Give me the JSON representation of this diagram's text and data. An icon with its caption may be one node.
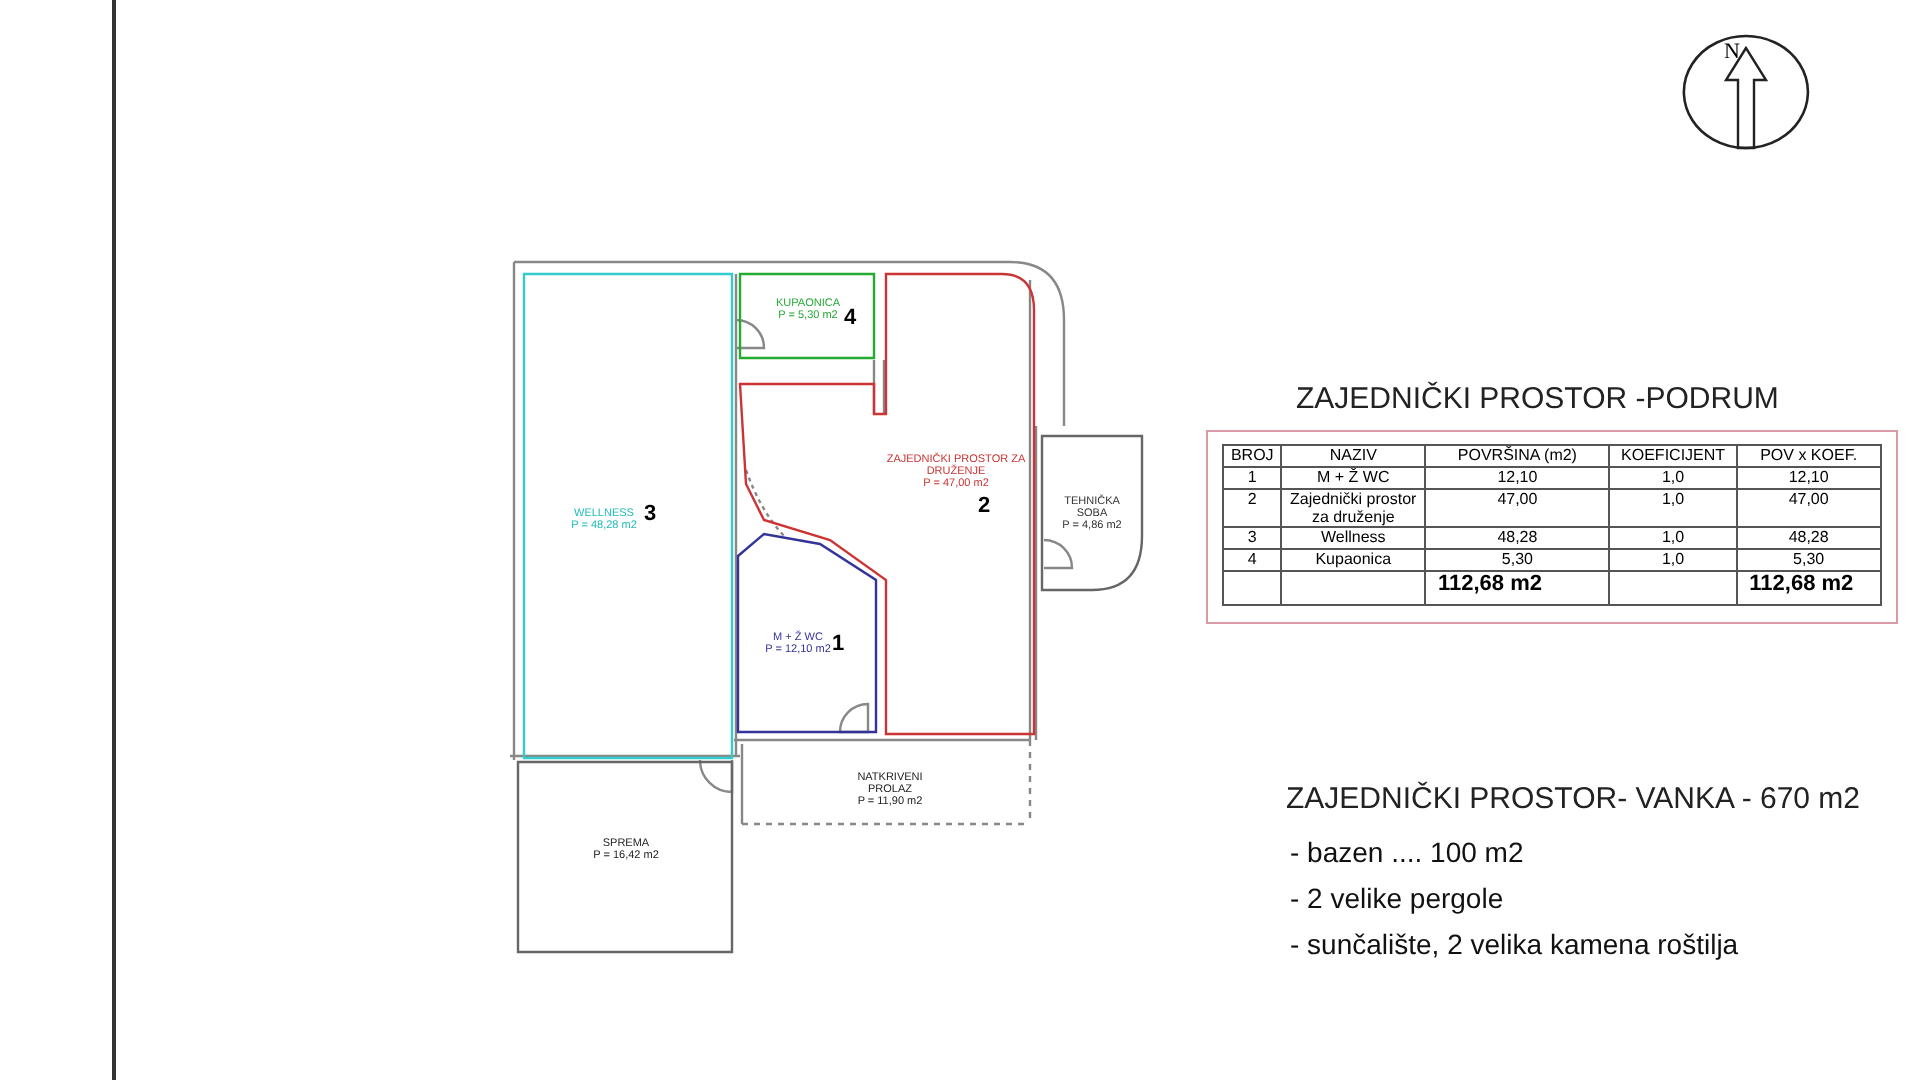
{
  "diagram": {
    "nodes": [
      {
        "text": [
          "KUPAONICA",
          "P = 5,30 m2",
          "4"
        ]
      },
      {
        "text": [
          "WELLNESS",
          "P = 48,28 m2",
          "3"
        ]
      },
      {
        "text": [
          "ZAJEDNIČKI PROSTOR ZA DRUŽENJE",
          "P = 47,00 m2",
          "2"
        ]
      },
      {
        "text": [
          "TEHNIČKA SOBA",
          "P = 4,86 m2"
        ]
      },
      {
        "text": [
          "M + Ž WC",
          "P = 12,10 m2",
          "1"
        ]
      },
      {
        "text": [
          "NATKRIVENI PROLAZ",
          "P = 11,90 m2"
        ]
      },
      {
        "text": [
          "SPREMA",
          "P = 16,42 m2"
        ]
      }
    ],
    "edges": [],
    "labels": [
      "N",
      "ZAJEDNIČKI PROSTOR -PODRUM",
      "BROJ",
      "NAZIV",
      "POVRŠINA (m2)",
      "KOEFICIJENT",
      "POV  x KOEF.",
      "1",
      "M + Ž  WC",
      "12,10",
      "1,0",
      "12,10",
      "2",
      "Zajednički prostor za druženje",
      "47,00",
      "1,0",
      "47,00",
      "3",
      "Wellness",
      "48,28",
      "1,0",
      "48,28",
      "4",
      "Kupaonica",
      "5,30",
      "1,0",
      "5,30",
      "112,68 m2",
      "112,68 m2",
      "ZAJEDNIČKI PROSTOR- VANKA - 670 m2",
      "- bazen .... 100 m2",
      "- 2 velike pergole",
      "- sunčalište, 2 velika kamena roštilja"
    ]
  }
}
